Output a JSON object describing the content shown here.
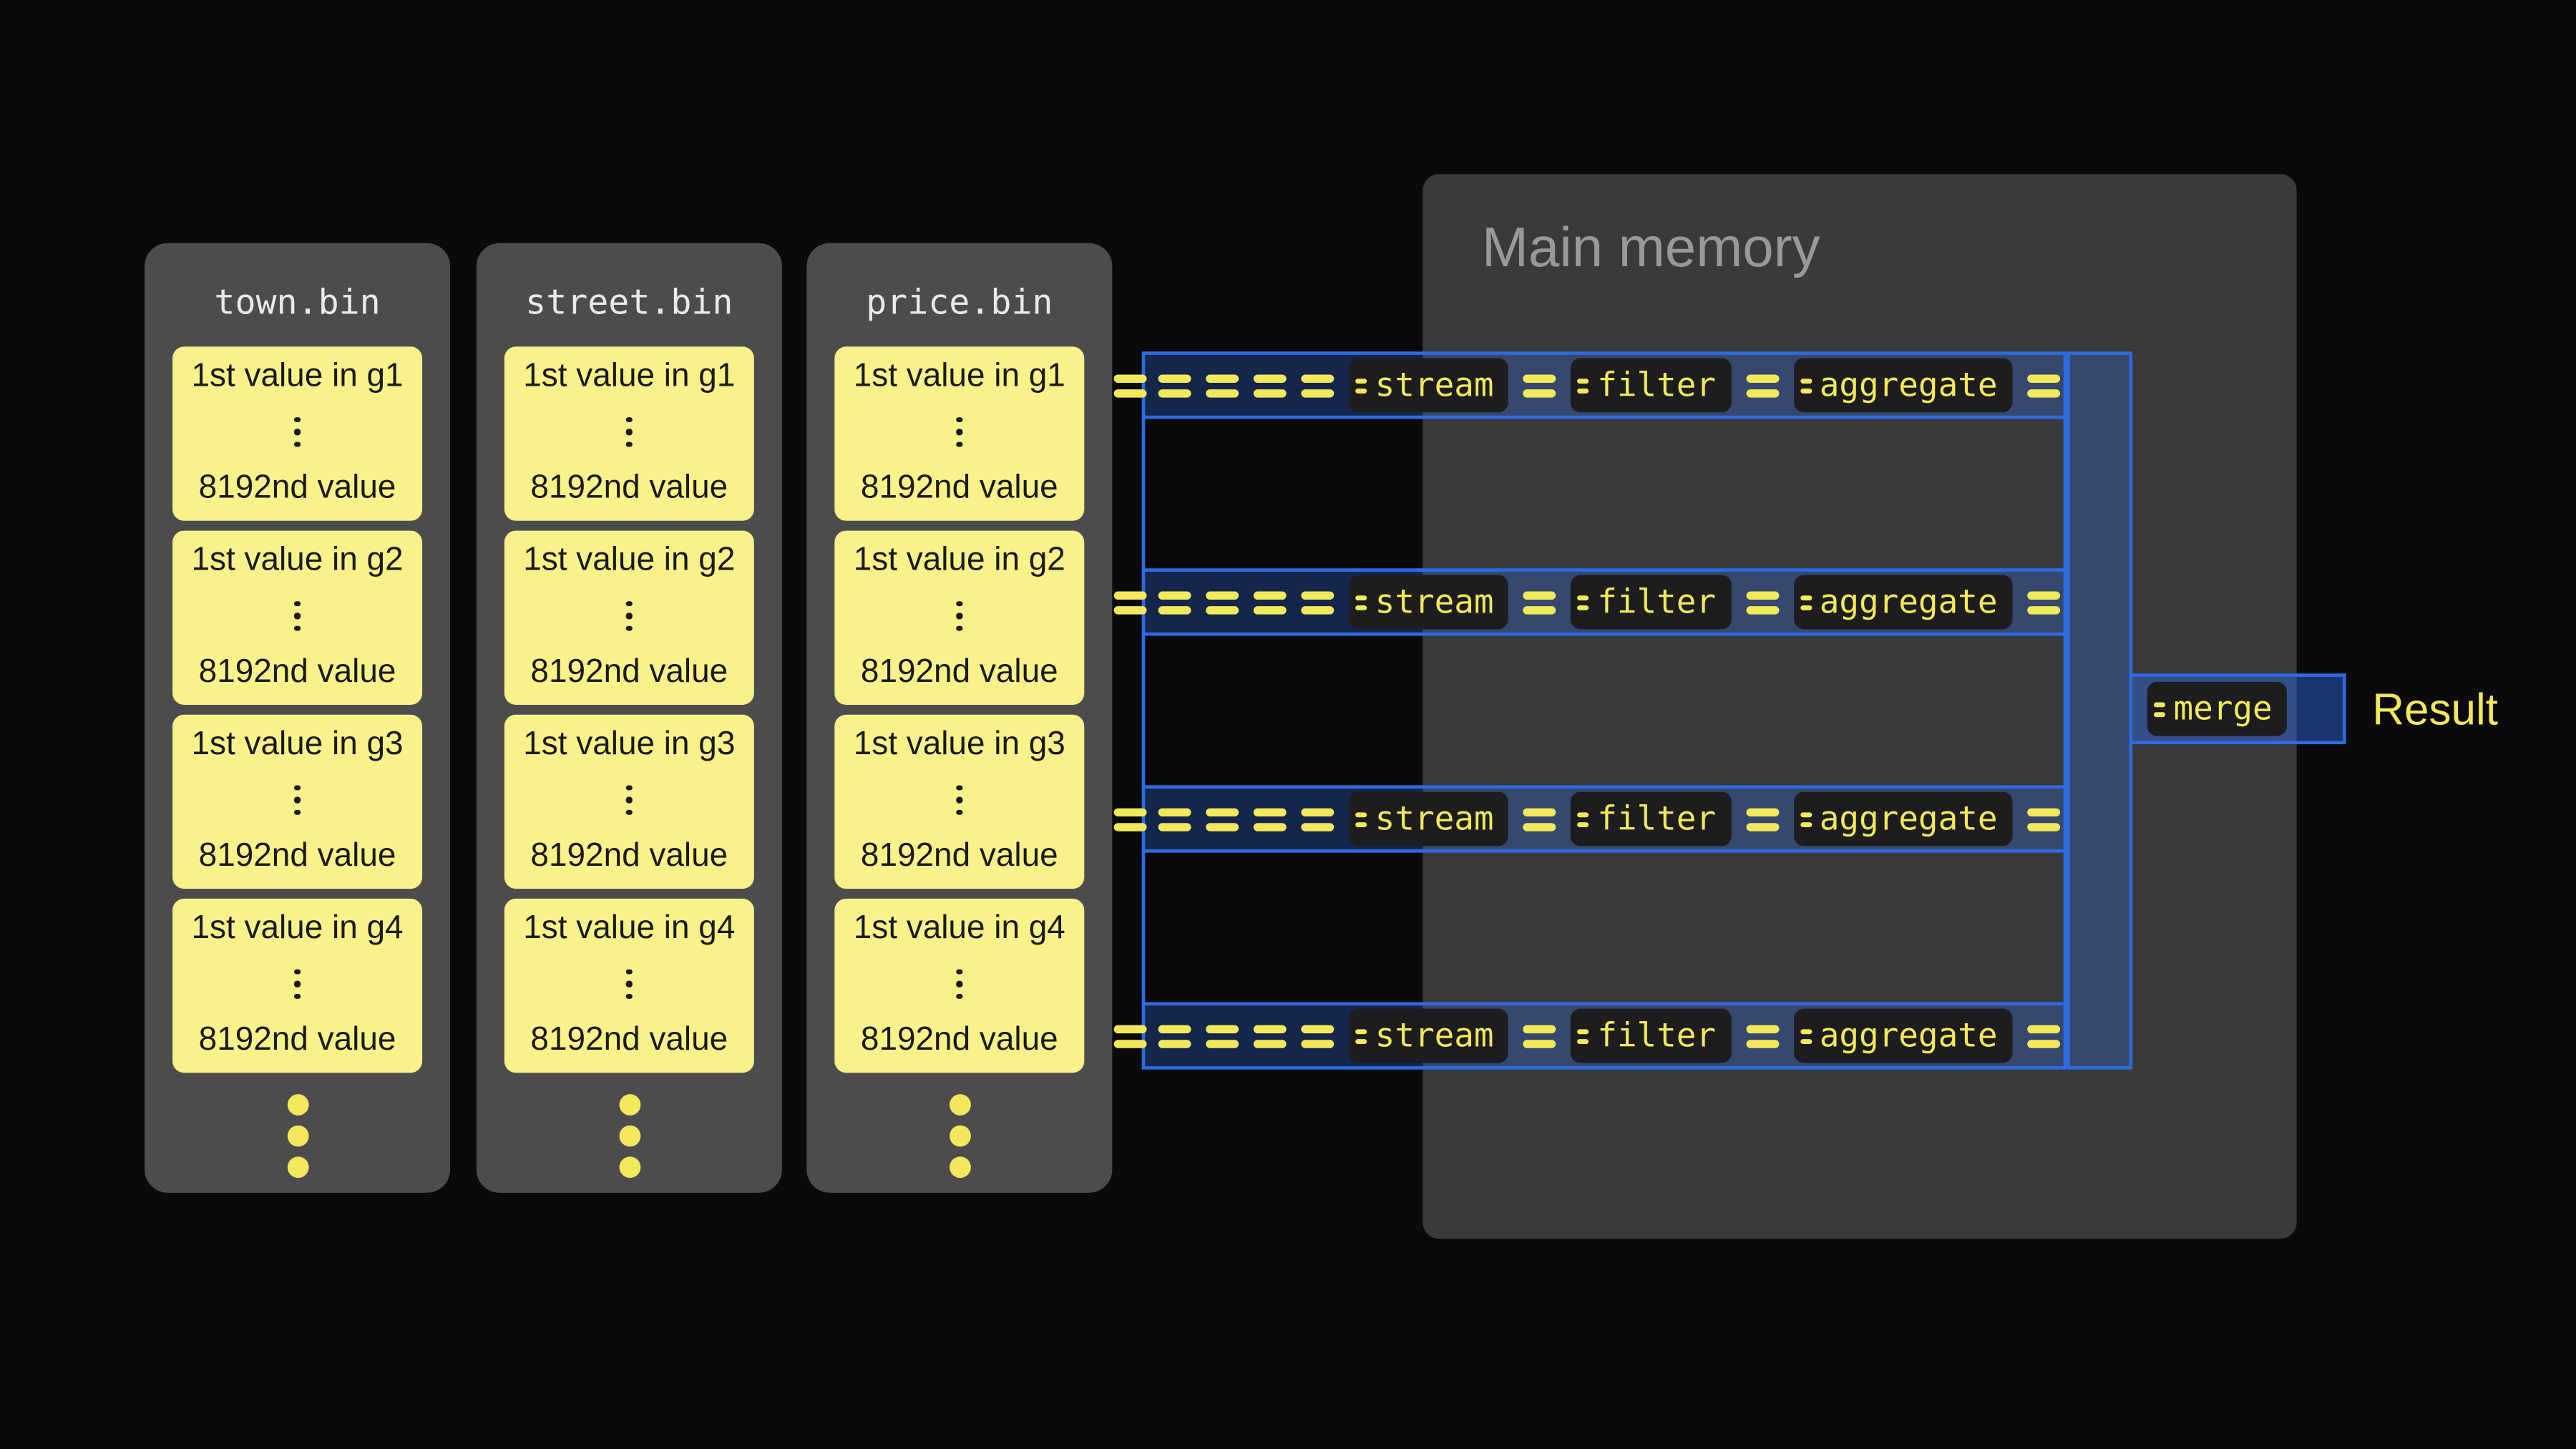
{
  "files": [
    {
      "title": "town.bin",
      "blocks": [
        {
          "top": "1st value in g1",
          "bottom": "8192nd value"
        },
        {
          "top": "1st value in g2",
          "bottom": "8192nd value"
        },
        {
          "top": "1st value in g3",
          "bottom": "8192nd value"
        },
        {
          "top": "1st value in g4",
          "bottom": "8192nd value"
        }
      ]
    },
    {
      "title": "street.bin",
      "blocks": [
        {
          "top": "1st value in g1",
          "bottom": "8192nd value"
        },
        {
          "top": "1st value in g2",
          "bottom": "8192nd value"
        },
        {
          "top": "1st value in g3",
          "bottom": "8192nd value"
        },
        {
          "top": "1st value in g4",
          "bottom": "8192nd value"
        }
      ]
    },
    {
      "title": "price.bin",
      "blocks": [
        {
          "top": "1st value in g1",
          "bottom": "8192nd value"
        },
        {
          "top": "1st value in g2",
          "bottom": "8192nd value"
        },
        {
          "top": "1st value in g3",
          "bottom": "8192nd value"
        },
        {
          "top": "1st value in g4",
          "bottom": "8192nd value"
        }
      ]
    }
  ],
  "memory": {
    "title": "Main memory"
  },
  "lanes": [
    {
      "stages": [
        "stream",
        "filter",
        "aggregate"
      ]
    },
    {
      "stages": [
        "stream",
        "filter",
        "aggregate"
      ]
    },
    {
      "stages": [
        "stream",
        "filter",
        "aggregate"
      ]
    },
    {
      "stages": [
        "stream",
        "filter",
        "aggregate"
      ]
    }
  ],
  "merge": {
    "label": "merge"
  },
  "result": {
    "label": "Result"
  },
  "colors": {
    "background": "#0a0a0c",
    "panel_gray": "#4c4c4e",
    "memory_gray": "#3a3a3c",
    "block_yellow": "#f9f189",
    "accent_yellow": "#f1e85c",
    "blue": "#2e6be0",
    "badge_bg": "#1d1d1f"
  }
}
